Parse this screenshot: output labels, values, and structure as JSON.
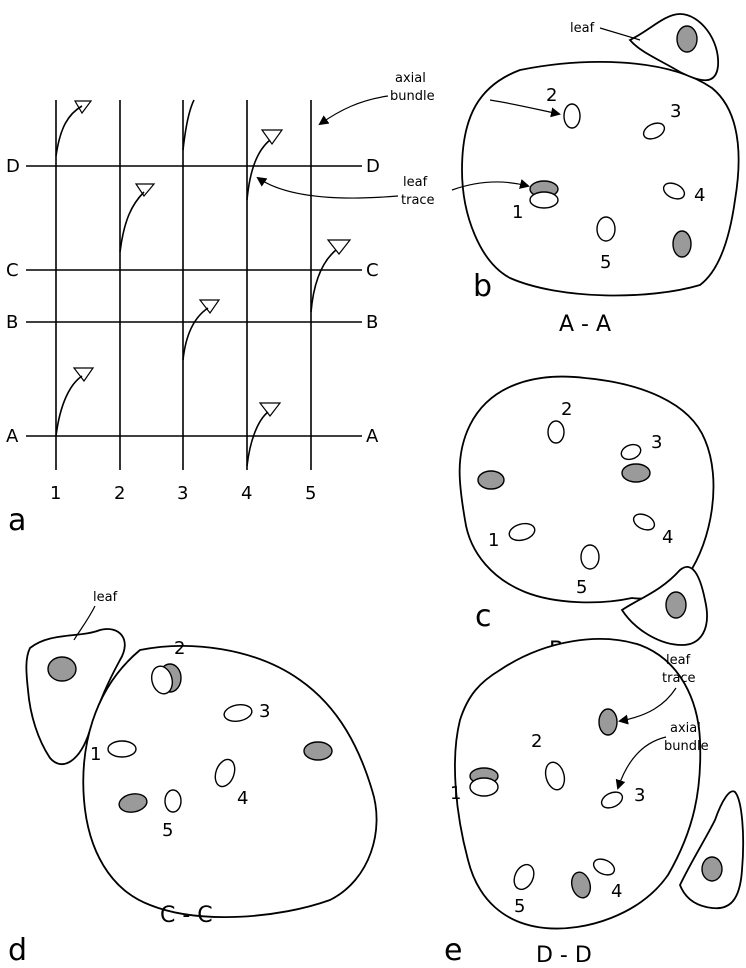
{
  "grid": {
    "rows": [
      "A",
      "B",
      "C",
      "D"
    ],
    "columns": [
      "1",
      "2",
      "3",
      "4",
      "5"
    ]
  },
  "panels": {
    "a": {
      "letter": "a"
    },
    "b": {
      "letter": "b",
      "section": "A - A",
      "bundle_labels": [
        "2",
        "3",
        "4",
        "5",
        "1"
      ],
      "leaf_label": "leaf",
      "axial_label_1": "axial",
      "axial_label_2": "bundle",
      "trace_label_1": "leaf",
      "trace_label_2": "trace"
    },
    "c": {
      "letter": "c",
      "section": "B - B",
      "bundle_labels": [
        "2",
        "3",
        "4",
        "5",
        "1"
      ]
    },
    "d": {
      "letter": "d",
      "section": "C - C",
      "bundle_labels": [
        "2",
        "3",
        "4",
        "5",
        "1"
      ],
      "leaf_label": "leaf"
    },
    "e": {
      "letter": "e",
      "section": "D - D",
      "bundle_labels": [
        "2",
        "3",
        "4",
        "5",
        "1"
      ],
      "trace_label_1": "leaf",
      "trace_label_2": "trace",
      "axial_label_1": "axial",
      "axial_label_2": "bundle"
    }
  },
  "colors": {
    "trace_fill": "#9a9a9a",
    "stroke": "#000000",
    "background": "#ffffff"
  }
}
